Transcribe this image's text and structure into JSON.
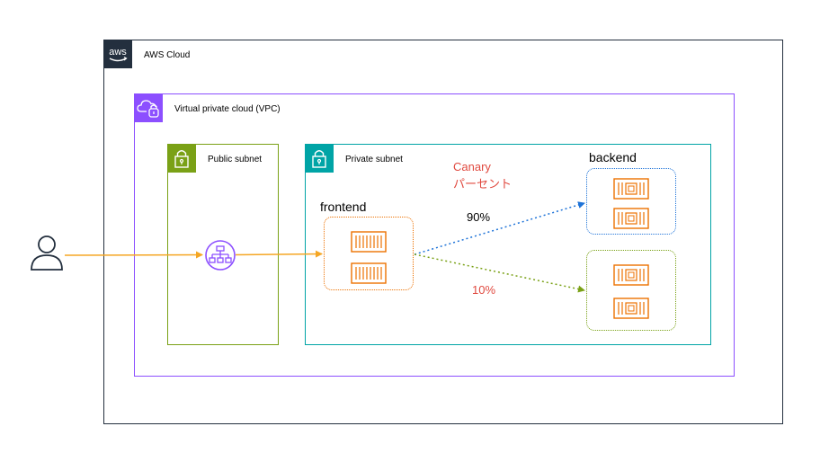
{
  "aws_cloud": {
    "label": "AWS Cloud",
    "logo_text": "aws",
    "color": "#232f3e"
  },
  "vpc": {
    "label": "Virtual private cloud (VPC)",
    "color": "#8c4fff"
  },
  "public_subnet": {
    "label": "Public subnet",
    "color": "#7aa116"
  },
  "private_subnet": {
    "label": "Private subnet",
    "color": "#00a4a6"
  },
  "frontend": {
    "label": "frontend",
    "color": "#ed7100"
  },
  "backend": {
    "label": "backend"
  },
  "canary": {
    "title": "Canary",
    "subtitle": "パーセント",
    "color": "#e0493f"
  },
  "routes": [
    {
      "percent": "90%",
      "color": "#1e73d8"
    },
    {
      "percent": "10%",
      "color": "#7aa116"
    }
  ],
  "flow_color": "#f5a623",
  "icons": [
    "aws-logo-icon",
    "cloud-lock-icon",
    "padlock-icon",
    "user-icon",
    "load-balancer-icon",
    "container-icon"
  ]
}
